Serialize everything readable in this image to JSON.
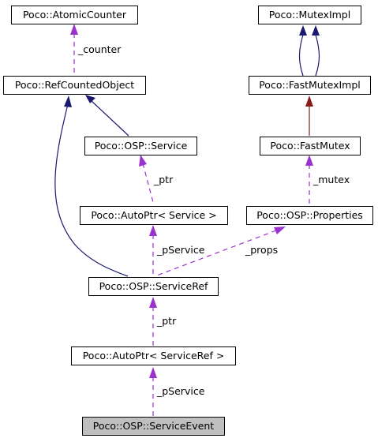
{
  "nodes": {
    "atomic_counter": "Poco::AtomicCounter",
    "ref_counted_object": "Poco::RefCountedObject",
    "osp_service": "Poco::OSP::Service",
    "autoptr_service": "Poco::AutoPtr< Service >",
    "osp_service_ref": "Poco::OSP::ServiceRef",
    "autoptr_service_ref": "Poco::AutoPtr< ServiceRef >",
    "osp_service_event": "Poco::OSP::ServiceEvent",
    "mutex_impl": "Poco::MutexImpl",
    "fast_mutex_impl": "Poco::FastMutexImpl",
    "fast_mutex": "Poco::FastMutex",
    "osp_properties": "Poco::OSP::Properties"
  },
  "edge_labels": {
    "counter": "_counter",
    "ptr_service": "_ptr",
    "pservice_ref": "_pService",
    "props": "_props",
    "mutex": "_mutex",
    "ptr_service_ref": "_ptr",
    "pservice_event": "_pService"
  },
  "colors": {
    "inheritance": "#191970",
    "usage": "#9a32cd",
    "private_inheritance": "#8b1a1a",
    "focus_fill": "#bfbfbf"
  }
}
